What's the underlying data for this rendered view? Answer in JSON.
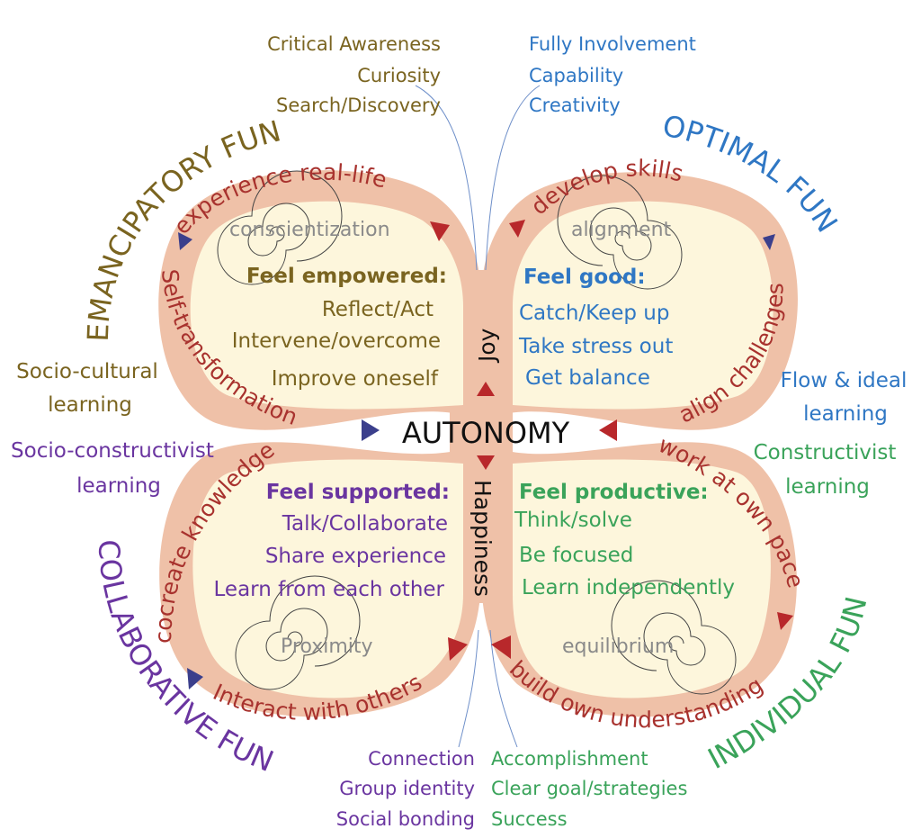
{
  "center": {
    "label": "AUTONOMY",
    "top_label": "Joy",
    "bottom_label": "Happiness"
  },
  "quadrants": {
    "emancipatory": {
      "fun_title": "EMANCIPATORY FUN",
      "arc_top": "experience real-life",
      "arc_side": "Self-transformation",
      "spiral_label": "conscientization",
      "feel_title": "Feel empowered:",
      "feel_items": [
        "Reflect/Act",
        "Intervene/overcome",
        "Improve oneself"
      ],
      "learning_line1": "Socio-cultural",
      "learning_line2": "learning",
      "outer_items": [
        "Critical Awareness",
        "Curiosity",
        "Search/Discovery"
      ]
    },
    "optimal": {
      "fun_title": "OPTIMAL FUN",
      "arc_top": "develop skills",
      "arc_side": "align challenges",
      "spiral_label": "alignment",
      "feel_title": "Feel good:",
      "feel_items": [
        "Catch/Keep up",
        "Take stress out",
        "Get balance"
      ],
      "learning_line1": "Flow & ideal",
      "learning_line2": "learning",
      "outer_items": [
        "Fully Involvement",
        "Capability",
        "Creativity"
      ]
    },
    "collaborative": {
      "fun_title": "COLLABORATIVE FUN",
      "arc_side": "cocreate knowledge",
      "arc_bottom": "Interact with others",
      "spiral_label": "Proximity",
      "feel_title": "Feel supported:",
      "feel_items": [
        "Talk/Collaborate",
        "Share experience",
        "Learn from each other"
      ],
      "learning_line1": "Socio-constructivist",
      "learning_line2": "learning",
      "outer_items": [
        "Connection",
        "Group identity",
        "Social bonding"
      ]
    },
    "individual": {
      "fun_title": "INDIVIDUAL FUN",
      "arc_side": "work at own pace",
      "arc_bottom": "build own understanding",
      "spiral_label": "equilibrium",
      "feel_title": "Feel productive:",
      "feel_items": [
        "Think/solve",
        "Be focused",
        "Learn independently"
      ],
      "learning_line1": "Constructivist",
      "learning_line2": "learning",
      "outer_items": [
        "Accomplishment",
        "Clear goal/strategies",
        "Success"
      ]
    }
  },
  "colors": {
    "emancipatory": "#7a6420",
    "optimal": "#2f77c4",
    "collaborative": "#6a35a0",
    "individual": "#3aa35a",
    "arc_text": "#a8322e",
    "band": "#efc1a8",
    "inner": "#fdf6dc",
    "arrow_red": "#b8282b",
    "arrow_blue": "#3b3f8c"
  }
}
